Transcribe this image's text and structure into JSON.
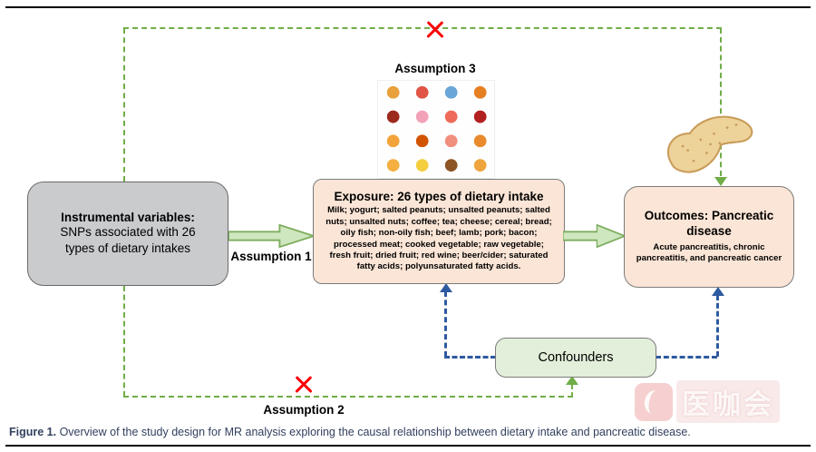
{
  "figure": {
    "caption_label": "Figure 1.",
    "caption_text": " Overview of the study design for MR analysis exploring the causal relationship between dietary intake and pancreatic disease."
  },
  "boxes": {
    "instrumental_variables": {
      "title": "Instrumental variables:",
      "body": "SNPs associated with 26 types of dietary intakes"
    },
    "exposure": {
      "title": "Exposure: 26 types of dietary intake",
      "body": "Milk; yogurt; salted peanuts; unsalted peanuts; salted nuts; unsalted nuts; coffee; tea; cheese; cereal; bread; oily fish; non-oily fish; beef; lamb; pork; bacon; processed meat; cooked vegetable; raw vegetable; fresh fruit; dried fruit; red wine; beer/cider; saturated fatty acids; polyunsaturated fatty acids."
    },
    "outcomes": {
      "title": "Outcomes: Pancreatic disease",
      "body": "Acute pancreatitis, chronic pancreatitis, and pancreatic cancer"
    },
    "confounders": {
      "label": "Confounders"
    }
  },
  "labels": {
    "assumption_1": "Assumption 1",
    "assumption_2": "Assumption 2",
    "assumption_3": "Assumption 3"
  },
  "icons": {
    "red_cross": "red-x-mark",
    "food_icons": "grid-of-dietary-food-illustrations",
    "pancreas": "pancreas-illustration"
  },
  "colors": {
    "green_line": "#70ad47",
    "blue_line": "#2e5aa0",
    "red_cross": "#fb0007",
    "instrumental_box_fill": "#c9cbcd",
    "exposure_box_fill": "#fbe5d6",
    "outcomes_box_fill": "#fbe5d6",
    "confounders_box_fill": "#e2efda"
  },
  "watermark": {
    "text": "医咖会"
  }
}
